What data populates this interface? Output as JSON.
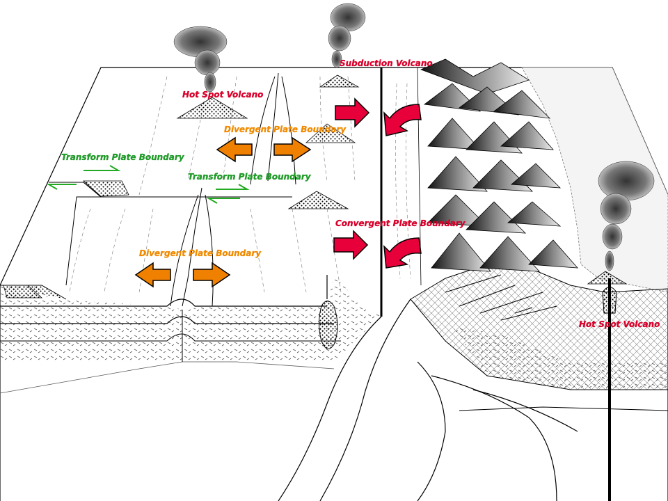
{
  "labels": {
    "hot_spot_volcano_left": "Hot Spot Volcano",
    "subduction_volcano": "Subduction Volcano",
    "divergent_upper": "Divergent Plate Boundary",
    "divergent_lower": "Divergent Plate Boundary",
    "transform_left": "Transform Plate Boundary",
    "transform_center": "Transform Plate Boundary",
    "convergent": "Convergent Plate Boundary",
    "hot_spot_volcano_right": "Hot Spot Volcano"
  },
  "colors": {
    "red_label": "#d8002a",
    "orange_label": "#f08a00",
    "green_label": "#1f9a28",
    "red_arrow": "#e8003a",
    "orange_arrow": "#f08000",
    "green_arrow": "#22aa22"
  },
  "icons": {
    "convergent_arrow": "curved-red-arrow",
    "divergent_arrow": "orange-double-arrow",
    "transform_arrow": "green-half-arrow",
    "volcano": "volcano-cone"
  }
}
